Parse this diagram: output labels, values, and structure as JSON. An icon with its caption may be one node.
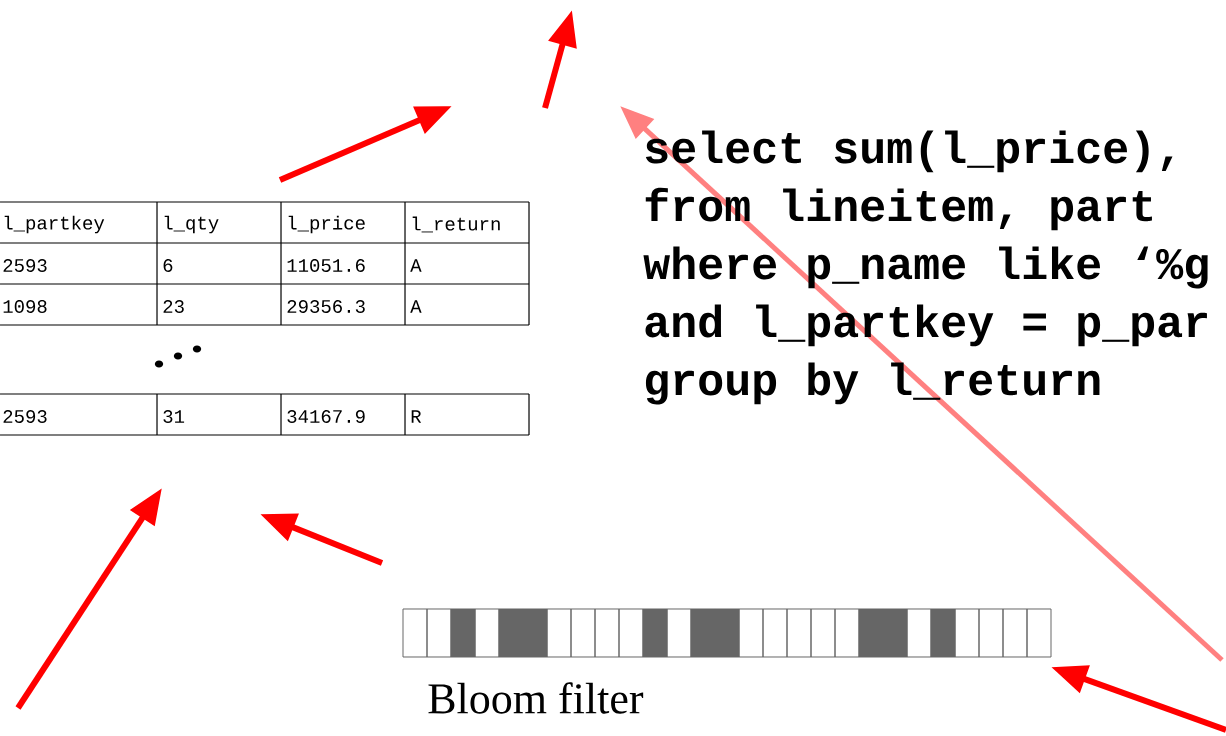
{
  "diagram": {
    "labels": [
      "select sum(l_price),",
      "from lineitem, part",
      "where p_name like ‘%g",
      "and l_partkey = p_par",
      "group by l_return",
      "l_partkey",
      "l_qty",
      "l_price",
      "l_return",
      "2593",
      "6",
      "11051.6",
      "A",
      "1098",
      "23",
      "29356.3",
      "A",
      "2593",
      "31",
      "34167.9",
      "R",
      "Bloom filter"
    ]
  }
}
